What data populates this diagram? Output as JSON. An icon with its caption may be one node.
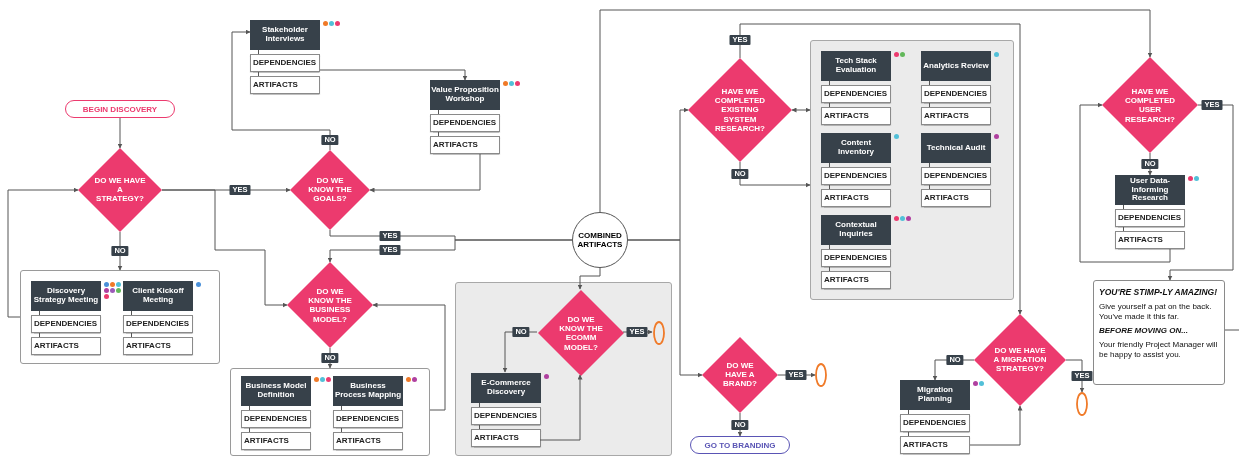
{
  "diagram": {
    "nodes": [
      {
        "text": [
          "BEGIN DISCOVERY"
        ]
      },
      {
        "text": [
          "DO WE HAVE A STRATEGY?"
        ]
      },
      {
        "text": [],
        "shape": "box"
      },
      {
        "in": 2,
        "text": [
          "Discovery Strategy Meeting",
          "DEPENDENCIES",
          "ARTIFACTS"
        ]
      },
      {
        "in": 2,
        "text": [
          "Client Kickoff Meeting",
          "DEPENDENCIES",
          "ARTIFACTS"
        ]
      },
      {
        "text": [
          "DO WE KNOW THE GOALS?"
        ]
      },
      {
        "text": [
          "Stakeholder Interviews",
          "DEPENDENCIES",
          "ARTIFACTS"
        ]
      },
      {
        "text": [
          "Value Proposition Workshop",
          "DEPENDENCIES",
          "ARTIFACTS"
        ]
      },
      {
        "text": [
          "DO WE KNOW THE BUSINESS MODEL?"
        ]
      },
      {
        "text": [],
        "shape": "box"
      },
      {
        "in": 9,
        "text": [
          "Business Model Definition",
          "DEPENDENCIES",
          "ARTIFACTS"
        ]
      },
      {
        "in": 9,
        "text": [
          "Business Process Mapping",
          "DEPENDENCIES",
          "ARTIFACTS"
        ]
      },
      {
        "text": [
          "COMBINED ARTIFACTS"
        ]
      },
      {
        "text": [],
        "shape": "box"
      },
      {
        "in": 13,
        "text": [
          "DO WE KNOW THE ECOMM MODEL?"
        ]
      },
      {
        "in": 13,
        "text": [],
        "shape": "circle"
      },
      {
        "in": 13,
        "text": [
          "E-Commerce Discovery",
          "DEPENDENCIES",
          "ARTIFACTS"
        ]
      },
      {
        "text": [
          "HAVE WE COMPLETED EXISTING SYSTEM RESEARCH?"
        ]
      },
      {
        "text": [],
        "shape": "box"
      },
      {
        "in": 18,
        "text": [
          "Tech Stack Evaluation",
          "DEPENDENCIES",
          "ARTIFACTS"
        ]
      },
      {
        "in": 18,
        "text": [
          "Analytics Review",
          "DEPENDENCIES",
          "ARTIFACTS"
        ]
      },
      {
        "in": 18,
        "text": [
          "Content Inventory",
          "DEPENDENCIES",
          "ARTIFACTS"
        ]
      },
      {
        "in": 18,
        "text": [
          "Technical Audit",
          "DEPENDENCIES",
          "ARTIFACTS"
        ]
      },
      {
        "in": 18,
        "text": [
          "Contextual Inquiries",
          "DEPENDENCIES",
          "ARTIFACTS"
        ]
      },
      {
        "text": [
          "DO WE HAVE A BRAND?"
        ]
      },
      {
        "text": [],
        "shape": "circle"
      },
      {
        "text": [
          "GO TO BRANDING"
        ]
      },
      {
        "text": [
          "DO WE HAVE A MIGRATION STRATEGY?"
        ]
      },
      {
        "text": [],
        "shape": "circle"
      },
      {
        "text": [
          "Migration Planning",
          "DEPENDENCIES",
          "ARTIFACTS"
        ]
      },
      {
        "text": [
          "HAVE WE COMPLETED USER RESEARCH?"
        ]
      },
      {
        "text": [
          "User Data-Informing Research",
          "DEPENDENCIES",
          "ARTIFACTS"
        ]
      },
      {
        "text": [
          "YOU'RE STIMP-LY AMAZING!",
          "Give yourself a pat on the back. You've made it this far.",
          "BEFORE MOVING ON...",
          "Your friendly Project Manager will be happy to assist you."
        ]
      }
    ],
    "edges": [
      {
        "from": 0,
        "to": 1,
        "arrow": "to"
      },
      {
        "from": 1,
        "to": 2,
        "arrow": "to",
        "label": "NO"
      },
      {
        "from": 2,
        "to": 1,
        "arrow": "to"
      },
      {
        "from": 1,
        "to": 5,
        "arrow": "to",
        "label": "YES"
      },
      {
        "from": 1,
        "to": 8,
        "arrow": "to"
      },
      {
        "from": 5,
        "to": 6,
        "arrow": "to",
        "label": "NO"
      },
      {
        "from": 6,
        "to": 7,
        "arrow": "to"
      },
      {
        "from": 7,
        "to": 5,
        "arrow": "to"
      },
      {
        "from": 5,
        "to": 12,
        "arrow": "none",
        "label": "YES"
      },
      {
        "from": 12,
        "to": 8,
        "arrow": "to",
        "label": "YES"
      },
      {
        "from": 8,
        "to": 9,
        "arrow": "to",
        "label": "NO"
      },
      {
        "from": 9,
        "to": 8,
        "arrow": "to"
      },
      {
        "from": 12,
        "to": 14,
        "arrow": "to"
      },
      {
        "from": 14,
        "to": 15,
        "arrow": "to",
        "label": "YES"
      },
      {
        "from": 14,
        "to": 16,
        "arrow": "to",
        "label": "NO"
      },
      {
        "from": 16,
        "to": 14,
        "arrow": "to"
      },
      {
        "from": 12,
        "to": 17,
        "arrow": "to"
      },
      {
        "from": 12,
        "to": 24,
        "arrow": "to"
      },
      {
        "from": 12,
        "to": 30,
        "arrow": "to"
      },
      {
        "from": 17,
        "to": 27,
        "arrow": "to",
        "label": "YES"
      },
      {
        "from": 17,
        "to": 18,
        "arrow": "to",
        "label": "NO"
      },
      {
        "from": 18,
        "to": 17,
        "arrow": "both"
      },
      {
        "from": 24,
        "to": 25,
        "arrow": "to",
        "label": "YES"
      },
      {
        "from": 24,
        "to": 26,
        "arrow": "to",
        "label": "NO"
      },
      {
        "from": 27,
        "to": 29,
        "arrow": "to",
        "label": "NO"
      },
      {
        "from": 27,
        "to": 28,
        "arrow": "to",
        "label": "YES"
      },
      {
        "from": 29,
        "to": 27,
        "arrow": "to"
      },
      {
        "from": 30,
        "to": 31,
        "arrow": "to",
        "label": "NO"
      },
      {
        "from": 31,
        "to": 30,
        "arrow": "to"
      },
      {
        "from": 30,
        "to": 32,
        "arrow": "to",
        "label": "YES"
      },
      {
        "from": 32,
        "to": null,
        "arrow": "none"
      }
    ]
  }
}
